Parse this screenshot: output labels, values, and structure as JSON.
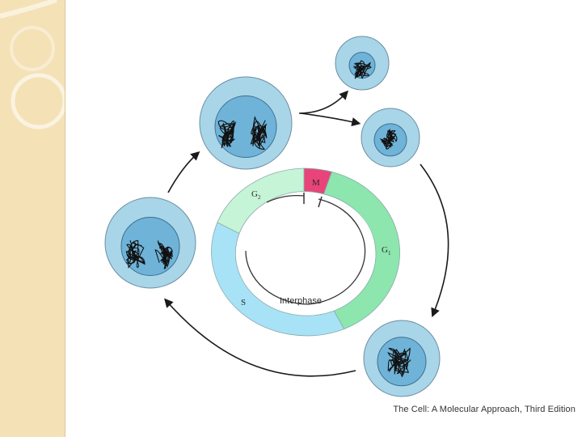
{
  "diagram": {
    "phases": {
      "m": "M",
      "g1_letter": "G",
      "g1_sub": "1",
      "g2_letter": "G",
      "g2_sub": "2",
      "s": "S",
      "interphase": "Interphase"
    },
    "colors": {
      "m_phase": "#e8447a",
      "g1_phase": "#8de6ad",
      "g2_phase": "#c5f4d7",
      "s_phase": "#a8e2f7",
      "cell_fill": "#a9d5e8",
      "nucleus_fill": "#6fb3d8",
      "sidebar": "#f4e2b6"
    }
  },
  "caption": "The Cell: A Molecular Approach, Third Edition"
}
